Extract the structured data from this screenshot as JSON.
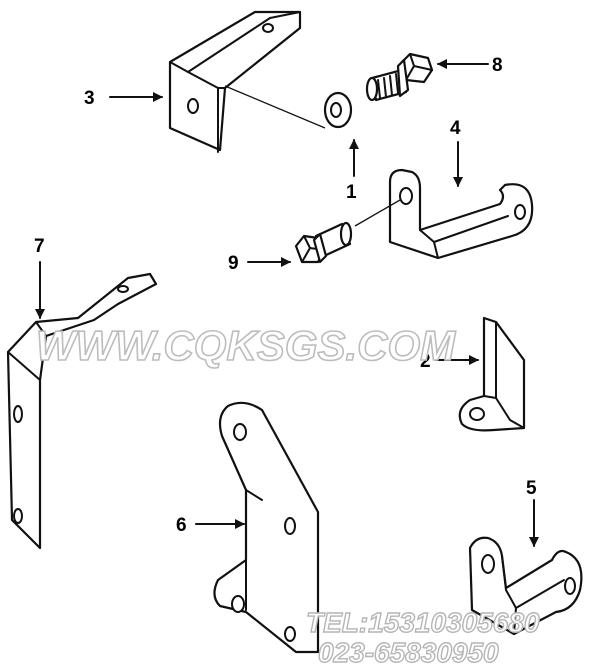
{
  "callouts": {
    "c1": "1",
    "c2": "2",
    "c3": "3",
    "c4": "4",
    "c5": "5",
    "c6": "6",
    "c7": "7",
    "c8": "8",
    "c9": "9"
  },
  "watermark": {
    "site": "WWW.CQKSGS.COM",
    "tel": "TEL:15310305680",
    "phone": "023-65830950"
  },
  "colors": {
    "ink": "#111111",
    "watermark": "#c8c8c8"
  }
}
